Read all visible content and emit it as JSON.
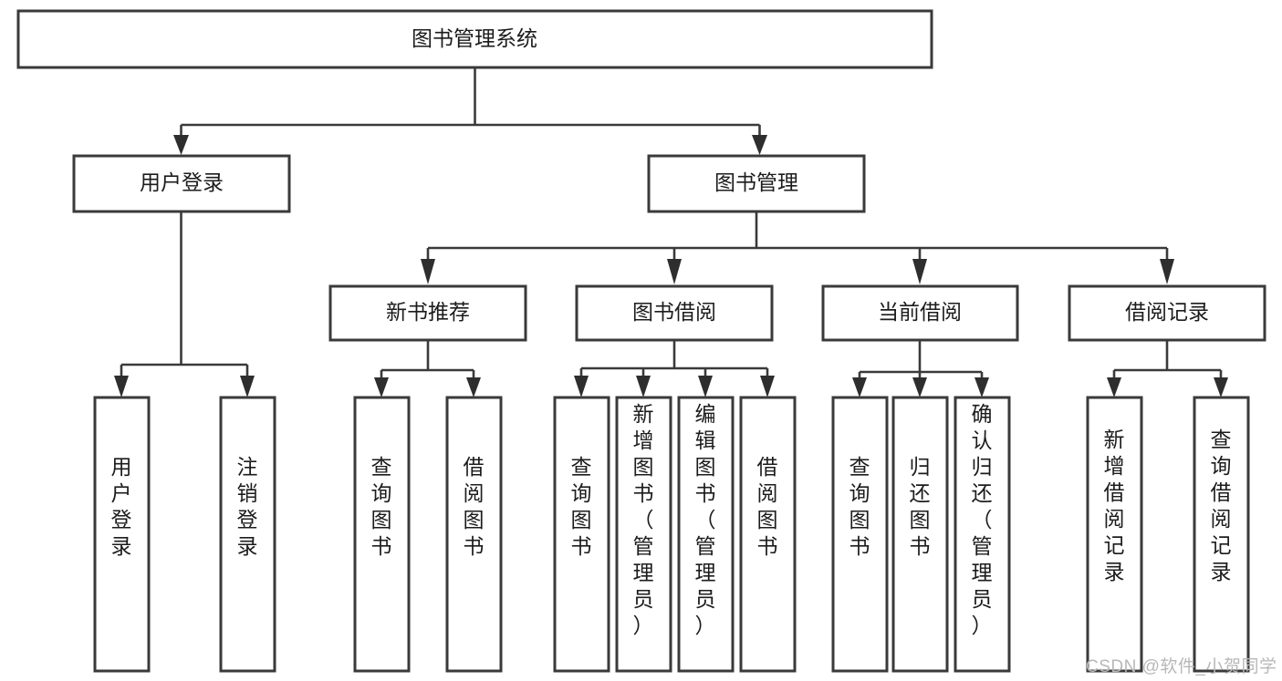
{
  "diagram": {
    "title": "图书管理系统",
    "type": "hierarchy-tree",
    "orientation": "top-down",
    "levels": 4,
    "root": {
      "id": "root",
      "label": "图书管理系统",
      "text_orientation": "horizontal"
    },
    "level2": [
      {
        "id": "user-login",
        "label": "用户登录",
        "text_orientation": "horizontal"
      },
      {
        "id": "book-management",
        "label": "图书管理",
        "text_orientation": "horizontal"
      }
    ],
    "level3": [
      {
        "id": "new-book-recommend",
        "label": "新书推荐",
        "text_orientation": "horizontal",
        "parent": "book-management"
      },
      {
        "id": "book-borrow",
        "label": "图书借阅",
        "text_orientation": "horizontal",
        "parent": "book-management"
      },
      {
        "id": "current-borrow",
        "label": "当前借阅",
        "text_orientation": "horizontal",
        "parent": "book-management"
      },
      {
        "id": "borrow-record",
        "label": "借阅记录",
        "text_orientation": "horizontal",
        "parent": "book-management"
      }
    ],
    "leaves": {
      "user-login": [
        {
          "id": "leaf-user-login",
          "label": "用户登录",
          "text_orientation": "vertical"
        },
        {
          "id": "leaf-user-logout",
          "label": "注销登录",
          "text_orientation": "vertical"
        }
      ],
      "new-book-recommend": [
        {
          "id": "leaf-query-book-1",
          "label": "查询图书",
          "text_orientation": "vertical"
        },
        {
          "id": "leaf-borrow-book-1",
          "label": "借阅图书",
          "text_orientation": "vertical"
        }
      ],
      "book-borrow": [
        {
          "id": "leaf-query-book-2",
          "label": "查询图书",
          "text_orientation": "vertical"
        },
        {
          "id": "leaf-add-book",
          "label": "新增图书（管理员）",
          "text_orientation": "vertical"
        },
        {
          "id": "leaf-edit-book",
          "label": "编辑图书（管理员）",
          "text_orientation": "vertical"
        },
        {
          "id": "leaf-borrow-book-2",
          "label": "借阅图书",
          "text_orientation": "vertical"
        }
      ],
      "current-borrow": [
        {
          "id": "leaf-query-book-3",
          "label": "查询图书",
          "text_orientation": "vertical"
        },
        {
          "id": "leaf-return-book",
          "label": "归还图书",
          "text_orientation": "vertical"
        },
        {
          "id": "leaf-confirm-return",
          "label": "确认归还（管理员）",
          "text_orientation": "vertical"
        }
      ],
      "borrow-record": [
        {
          "id": "leaf-add-borrow-record",
          "label": "新增借阅记录",
          "text_orientation": "vertical"
        },
        {
          "id": "leaf-query-borrow-record",
          "label": "查询借阅记录",
          "text_orientation": "vertical"
        }
      ]
    }
  },
  "watermark": {
    "text": "CSDN @软件_小贺同学"
  },
  "colors": {
    "background": "#ffffff",
    "box_fill": "#ffffff",
    "box_stroke": "#3a3a3a",
    "connector": "#3a3a3a",
    "text": "#1c1c1c",
    "watermark": "#b8b8b8"
  }
}
